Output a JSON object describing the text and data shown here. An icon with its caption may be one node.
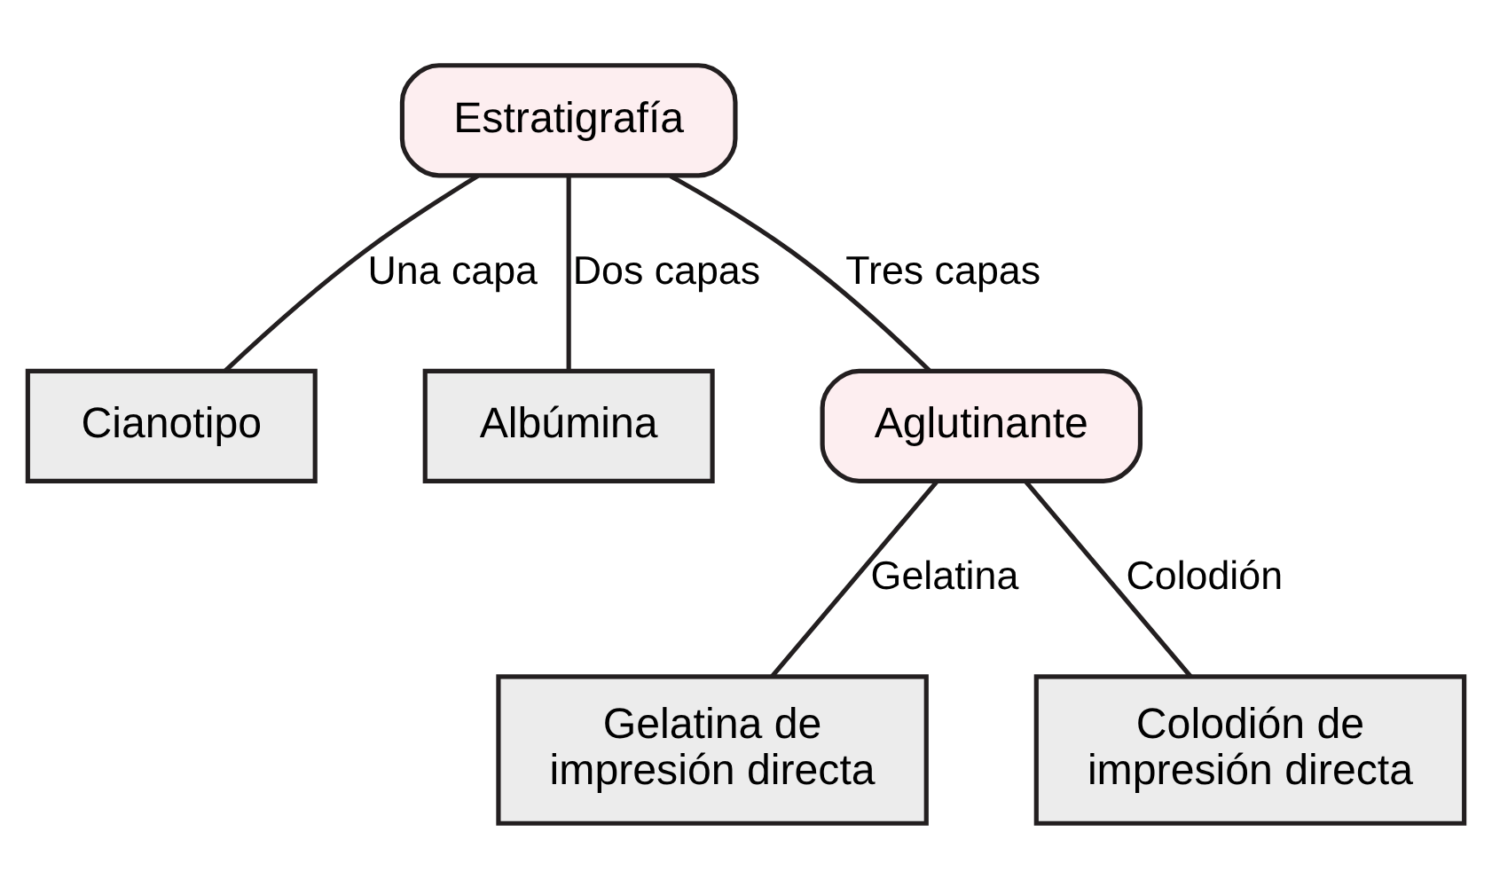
{
  "diagram": {
    "nodes": [
      {
        "text": [
          "Estratigrafía"
        ]
      },
      {
        "text": [
          "Cianotipo"
        ]
      },
      {
        "text": [
          "Albúmina"
        ]
      },
      {
        "text": [
          "Aglutinante"
        ]
      },
      {
        "text": [
          "Gelatina de impresión directa"
        ]
      },
      {
        "text": [
          "Colodión de impresión directa"
        ]
      }
    ],
    "edges": [
      {
        "from": 0,
        "to": 1,
        "arrow": "none",
        "label": "Una capa"
      },
      {
        "from": 0,
        "to": 2,
        "arrow": "none",
        "label": "Dos capas"
      },
      {
        "from": 0,
        "to": 3,
        "arrow": "none",
        "label": "Tres capas"
      },
      {
        "from": 3,
        "to": 4,
        "arrow": "none",
        "label": "Gelatina"
      },
      {
        "from": 3,
        "to": 5,
        "arrow": "none",
        "label": "Colodión"
      }
    ]
  }
}
